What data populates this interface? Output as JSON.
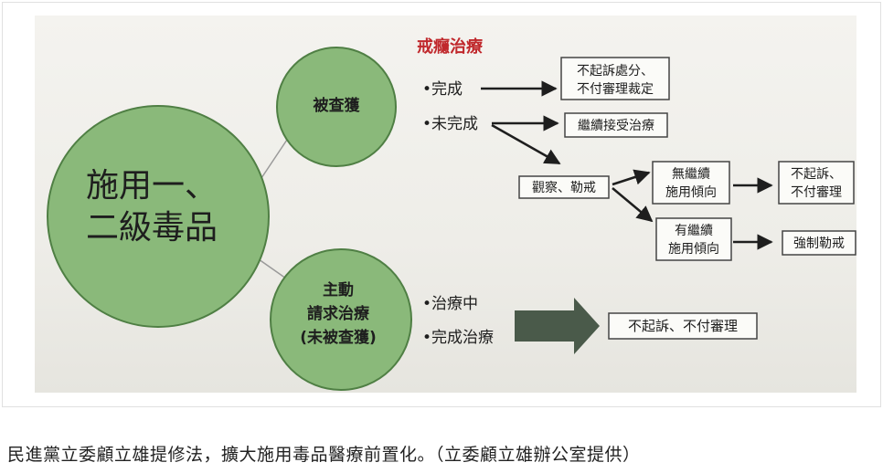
{
  "diagram": {
    "title": "戒癮治療",
    "main_circle": {
      "line1": "施用一、",
      "line2": "二級毒品"
    },
    "caught_circle": {
      "label": "被查獲"
    },
    "voluntary_circle": {
      "line1": "主動",
      "line2": "請求治療",
      "line3": "(未被查獲)"
    },
    "bullets": {
      "completed": "•完成",
      "not_completed": "•未完成",
      "in_treatment": "•治療中",
      "treatment_done": "•完成治療"
    },
    "boxes": {
      "no_prosecution_ruling": {
        "line1": "不起訴處分、",
        "line2": "不付審理裁定"
      },
      "continue_treatment": "繼續接受治療",
      "observation": "觀察、勒戒",
      "no_tendency": {
        "line1": "無繼續",
        "line2": "施用傾向"
      },
      "has_tendency": {
        "line1": "有繼續",
        "line2": "施用傾向"
      },
      "no_prosecution_short": {
        "line1": "不起訴、",
        "line2": "不付審理"
      },
      "compulsory_rehab": "強制勒戒",
      "no_prosecution_final": "不起訴、不付審理"
    },
    "colors": {
      "circle_fill": "#8ab97a",
      "circle_stroke": "#4f7f44",
      "title_red": "#c0282c",
      "text": "#1e1e1e"
    }
  },
  "caption": "民進黨立委顧立雄提修法，擴大施用毒品醫療前置化。（立委顧立雄辦公室提供）"
}
